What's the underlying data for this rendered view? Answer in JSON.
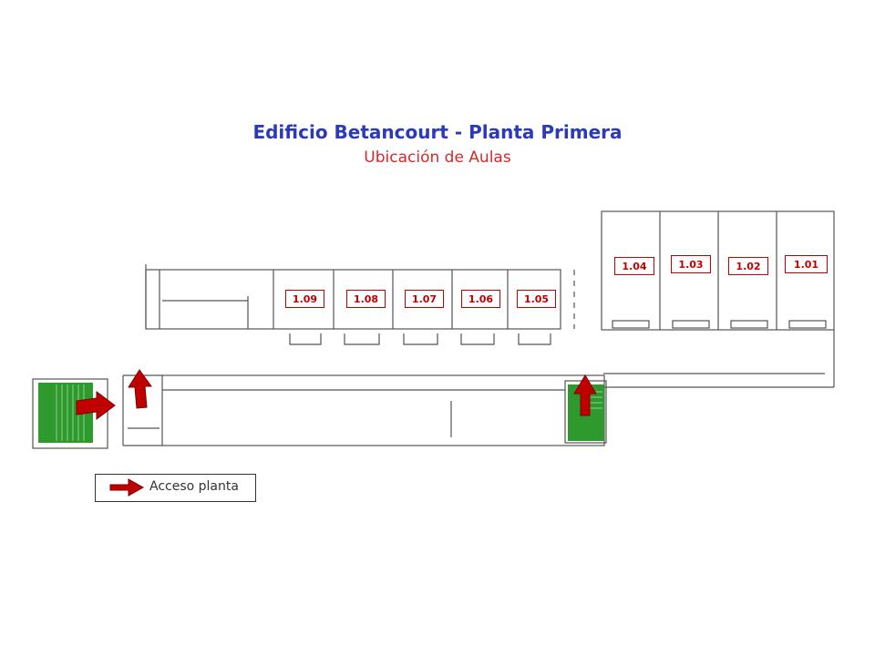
{
  "title": "Edificio Betancourt - Planta Primera",
  "subtitle": "Ubicación de Aulas",
  "rooms": {
    "r101": "1.01",
    "r102": "1.02",
    "r103": "1.03",
    "r104": "1.04",
    "r105": "1.05",
    "r106": "1.06",
    "r107": "1.07",
    "r108": "1.08",
    "r109": "1.09"
  },
  "legend": {
    "label": "Acceso planta",
    "icon": "red-arrow-icon"
  },
  "colors": {
    "title": "#2a3ab8",
    "subtitle": "#d22a2a",
    "room_label": "#c00000",
    "arrow": "#c00000",
    "stairs": "#2e9a2e"
  }
}
